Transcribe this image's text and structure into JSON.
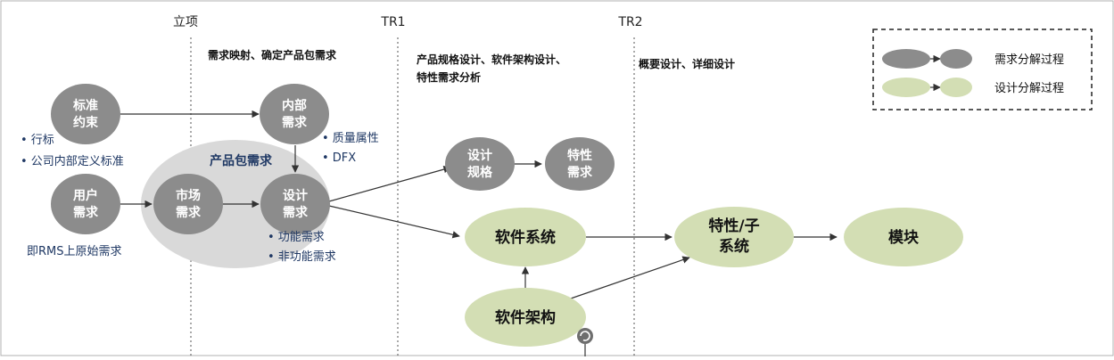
{
  "phases": [
    "立项",
    "TR1",
    "TR2"
  ],
  "stage_descriptions": {
    "stage1": "需求映射、确定产品包需求",
    "stage2_line1": "产品规格设计、软件架构设计、",
    "stage2_line2": "特性需求分析",
    "stage3": "概要设计、详细设计"
  },
  "package_label": "产品包需求",
  "nodes": {
    "standard_constraint": [
      "标准",
      "约束"
    ],
    "internal_req": [
      "内部",
      "需求"
    ],
    "user_req": [
      "用户",
      "需求"
    ],
    "market_req": [
      "市场",
      "需求"
    ],
    "design_req": [
      "设计",
      "需求"
    ],
    "design_spec": [
      "设计",
      "规格"
    ],
    "feature_req": [
      "特性",
      "需求"
    ],
    "software_system": "软件系统",
    "software_arch": "软件架构",
    "feature_subsystem": [
      "特性/子",
      "系统"
    ],
    "module": "模块"
  },
  "notes": {
    "standards": [
      "• 行标",
      "• 公司内部定义标准"
    ],
    "user_source": "即RMS上原始需求",
    "quality": [
      "• 质量属性",
      "• DFX"
    ],
    "functional": [
      "• 功能需求",
      "• 非功能需求"
    ]
  },
  "legend": {
    "requirement_decomposition": "需求分解过程",
    "design_decomposition": "设计分解过程"
  },
  "colors": {
    "gray_node": "#8c8c8c",
    "green_node": "#d3deb4",
    "package_ellipse": "#d9d9d9",
    "note_text": "#1f3864"
  }
}
